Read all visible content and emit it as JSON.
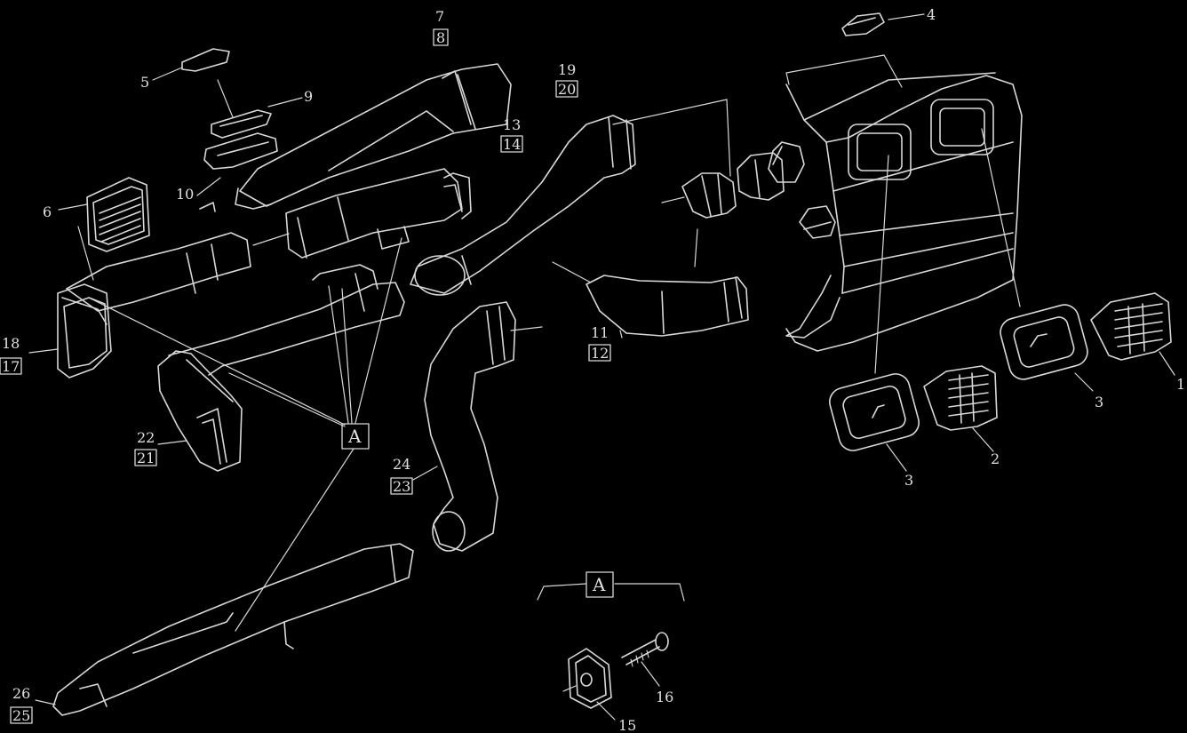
{
  "diagram": {
    "part_numbers": {
      "p1": "1",
      "p2": "2",
      "p3a": "3",
      "p3b": "3",
      "p4": "4",
      "p5": "5",
      "p6": "6",
      "p7": "7",
      "p8": "8",
      "p9": "9",
      "p10": "10",
      "p11": "11",
      "p12": "12",
      "p13": "13",
      "p14": "14",
      "p15": "15",
      "p16": "16",
      "p17": "17",
      "p18": "18",
      "p19": "19",
      "p20": "20",
      "p21": "21",
      "p22": "22",
      "p23": "23",
      "p24": "24",
      "p25": "25",
      "p26": "26"
    },
    "detail_marker": "A",
    "detail_marker_2": "A"
  }
}
